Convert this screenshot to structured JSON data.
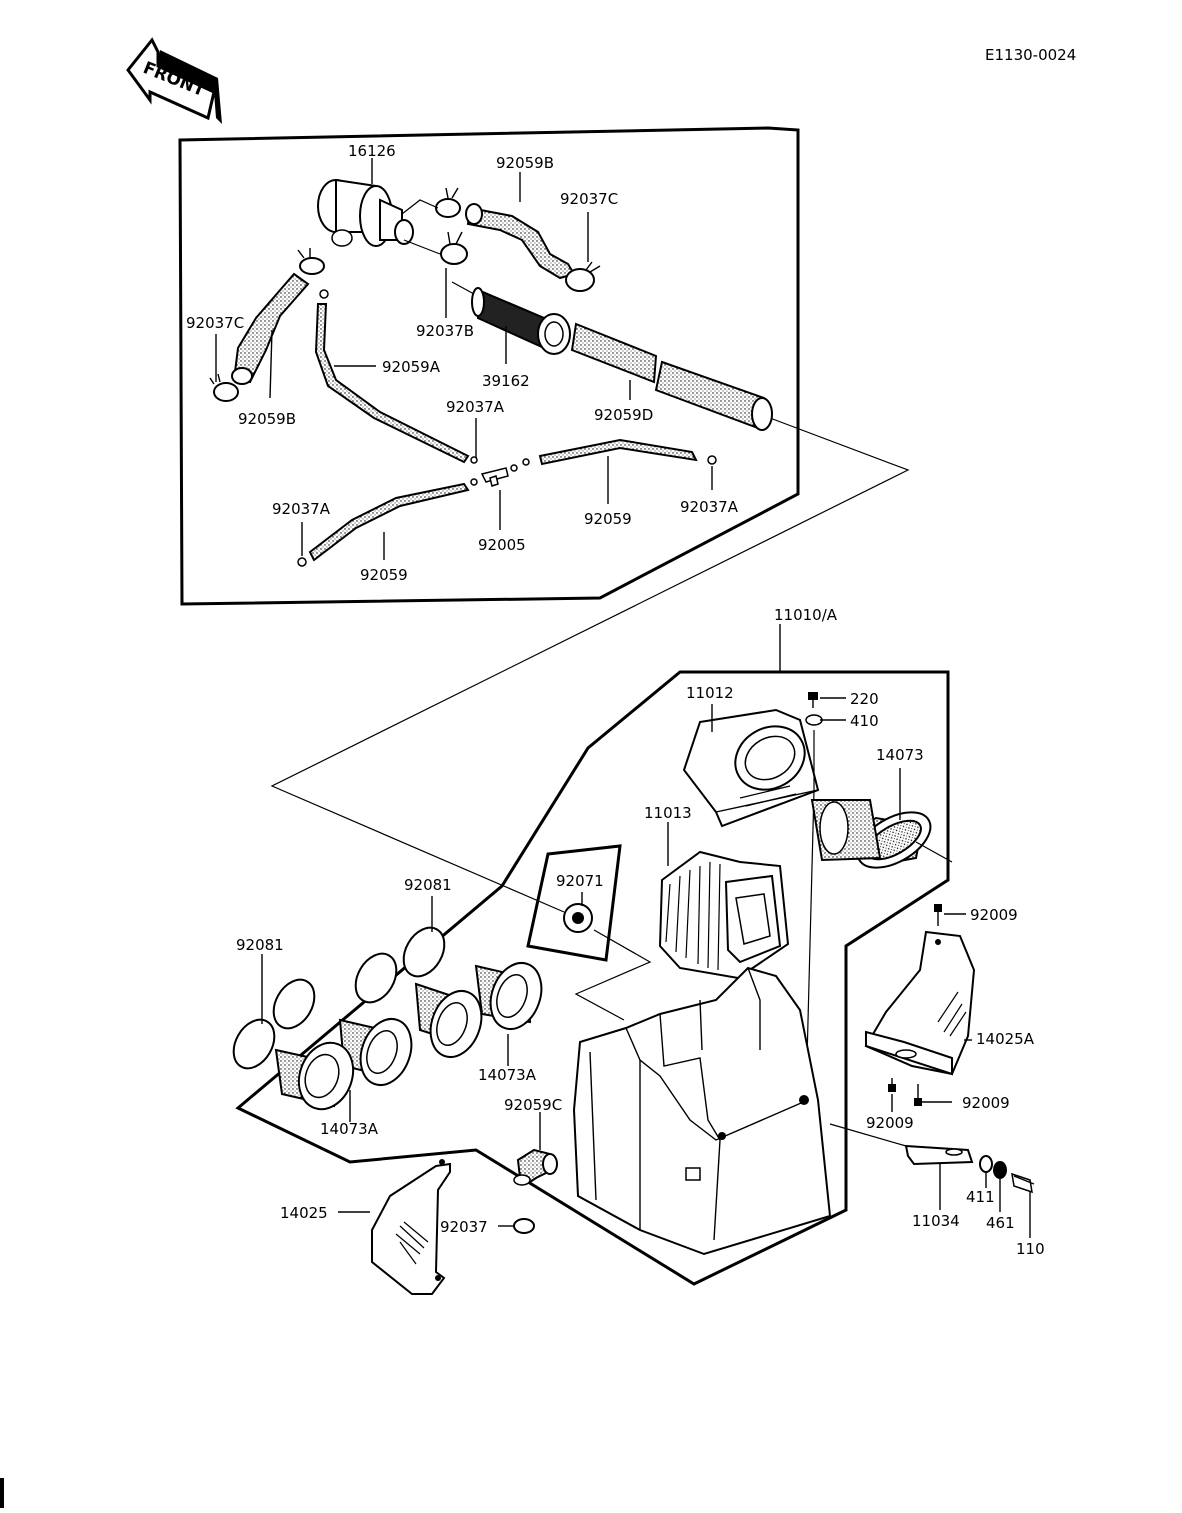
{
  "doc_id": "E1130-0024",
  "front_label": "FRONT",
  "labels": {
    "p16126": "16126",
    "p92059B_top": "92059B",
    "p92037C_top": "92037C",
    "p92037C_left": "92037C",
    "p92037B": "92037B",
    "p92059A": "92059A",
    "p39162": "39162",
    "p92059D": "92059D",
    "p92059B_left": "92059B",
    "p92037A_mid": "92037A",
    "p92037A_left": "92037A",
    "p92037A_right": "92037A",
    "p92059_right": "92059",
    "p92005": "92005",
    "p92059_left": "92059",
    "p11010A": "11010/A",
    "p11012": "11012",
    "p220": "220",
    "p410": "410",
    "p14073": "14073",
    "p11013": "11013",
    "p92071": "92071",
    "p92081_top": "92081",
    "p92081_left": "92081",
    "p92009_top": "92009",
    "p14025A": "14025A",
    "p92009_right": "92009",
    "p92009_bottom": "92009",
    "p14073A_right": "14073A",
    "p14073A_left": "14073A",
    "p92059C": "92059C",
    "p14025": "14025",
    "p92037": "92037",
    "p11034": "11034",
    "p411": "411",
    "p461": "461",
    "p110": "110"
  }
}
